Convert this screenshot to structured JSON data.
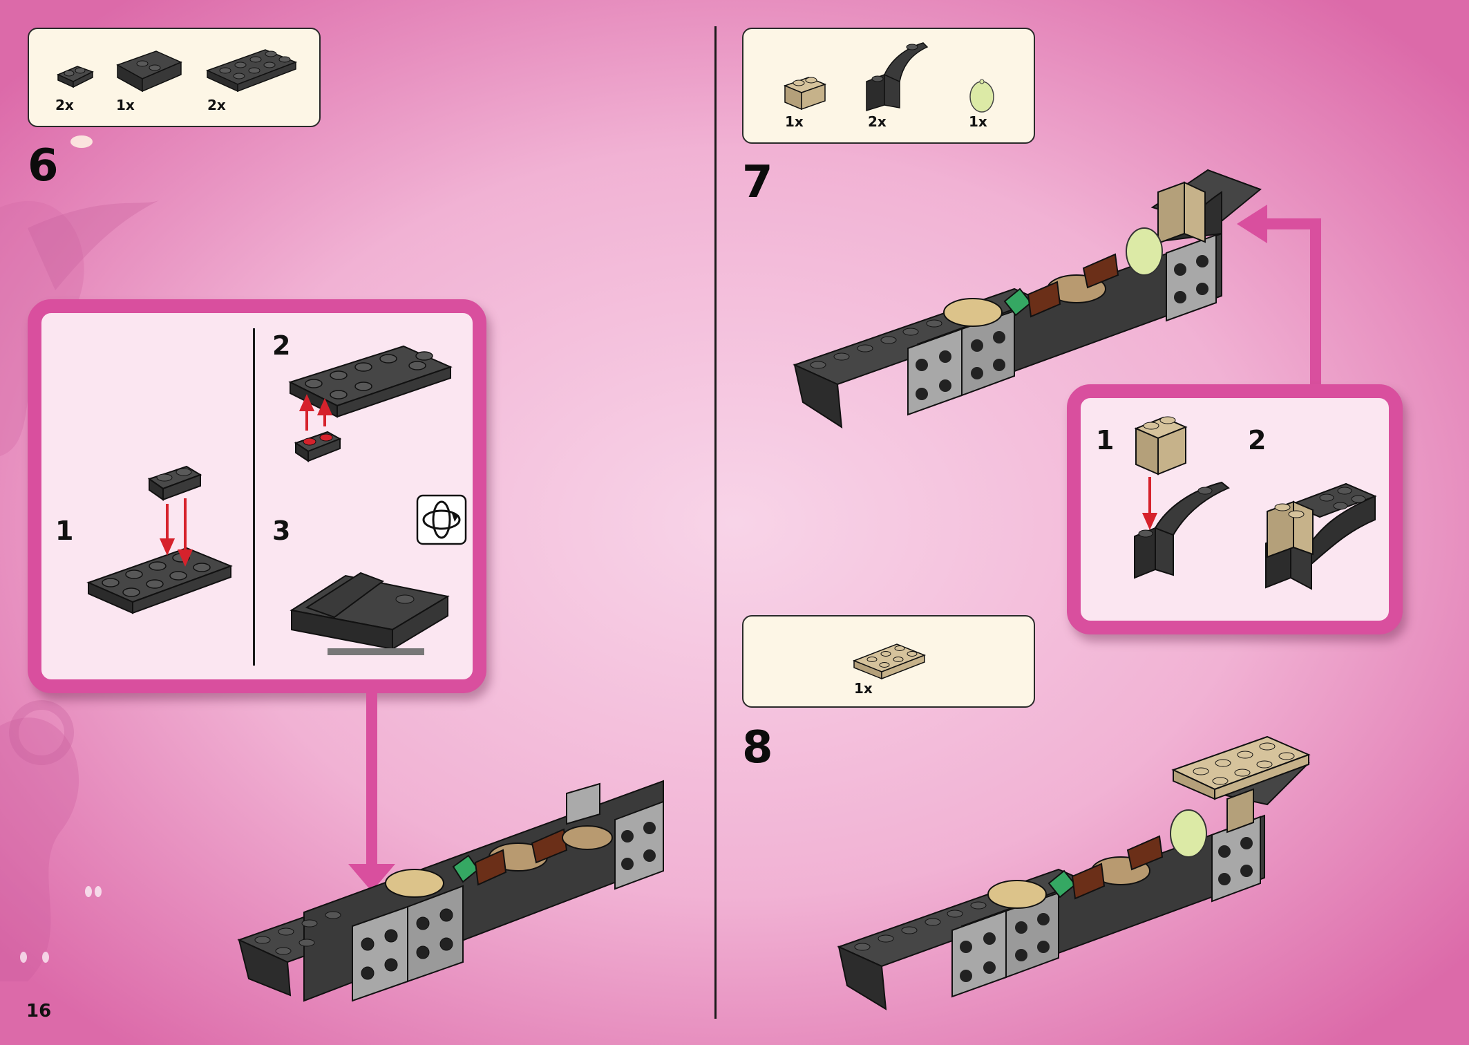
{
  "page": {
    "number": "16"
  },
  "colors": {
    "background": "#ec9dc8",
    "callout_frame": "#d94f9e",
    "callout_fill": "#fbe6f1",
    "partbox_fill": "#fdf6e6",
    "brick_dark": "#3b3b3b",
    "brick_light_gray": "#a8a8a8",
    "brick_tan": "#c8b48e",
    "brick_brown": "#6b2f18",
    "egg": "#dceaa6",
    "arrow_red": "#d6222c"
  },
  "step6": {
    "number": "6",
    "parts": [
      {
        "qty": "2x",
        "icon": "plate-1x2-rounded-dark-icon"
      },
      {
        "qty": "1x",
        "icon": "wedge-plate-dark-icon"
      },
      {
        "qty": "2x",
        "icon": "plate-2x4-dark-icon"
      }
    ],
    "callout": {
      "substeps": [
        "1",
        "2",
        "3"
      ],
      "rotate_icon": "rotate-model-icon"
    }
  },
  "step7": {
    "number": "7",
    "parts": [
      {
        "qty": "1x",
        "icon": "brick-1x2-tan-icon"
      },
      {
        "qty": "2x",
        "icon": "arch-slope-dark-icon"
      },
      {
        "qty": "1x",
        "icon": "egg-green-icon"
      }
    ],
    "callout": {
      "substeps": [
        "1",
        "2"
      ]
    }
  },
  "step8": {
    "number": "8",
    "parts": [
      {
        "qty": "1x",
        "icon": "plate-2x4-tan-icon"
      }
    ]
  }
}
